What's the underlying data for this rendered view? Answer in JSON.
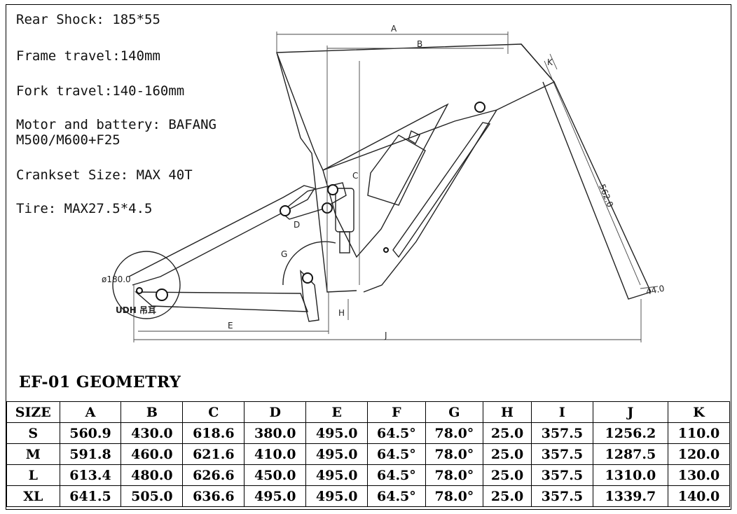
{
  "specs": {
    "rear_shock": "Rear Shock: 185*55",
    "frame_travel": "Frame travel:140mm",
    "fork_travel": "Fork travel:140-160mm",
    "motor_battery": "Motor and battery: BAFANG\nM500/M600+F25",
    "crankset": "Crankset Size: MAX 40T",
    "tire": "Tire: MAX27.5*4.5"
  },
  "drawing": {
    "dim_labels": {
      "A": "A",
      "B": "B",
      "C": "C",
      "D": "D",
      "E": "E",
      "G": "G",
      "H": "H",
      "J": "J",
      "K": "K"
    },
    "annotations": {
      "headtube_length": "562.0",
      "fork_offset": "44.0",
      "rotor": "ø180.0",
      "udh": "UDH",
      "hanger": "吊耳"
    }
  },
  "geometry": {
    "title": "EF-01 GEOMETRY",
    "columns": [
      "SIZE",
      "A",
      "B",
      "C",
      "D",
      "E",
      "F",
      "G",
      "H",
      "I",
      "J",
      "K"
    ],
    "rows": [
      [
        "S",
        "560.9",
        "430.0",
        "618.6",
        "380.0",
        "495.0",
        "64.5°",
        "78.0°",
        "25.0",
        "357.5",
        "1256.2",
        "110.0"
      ],
      [
        "M",
        "591.8",
        "460.0",
        "621.6",
        "410.0",
        "495.0",
        "64.5°",
        "78.0°",
        "25.0",
        "357.5",
        "1287.5",
        "120.0"
      ],
      [
        "L",
        "613.4",
        "480.0",
        "626.6",
        "450.0",
        "495.0",
        "64.5°",
        "78.0°",
        "25.0",
        "357.5",
        "1310.0",
        "130.0"
      ],
      [
        "XL",
        "641.5",
        "505.0",
        "636.6",
        "495.0",
        "495.0",
        "64.5°",
        "78.0°",
        "25.0",
        "357.5",
        "1339.7",
        "140.0"
      ]
    ]
  }
}
